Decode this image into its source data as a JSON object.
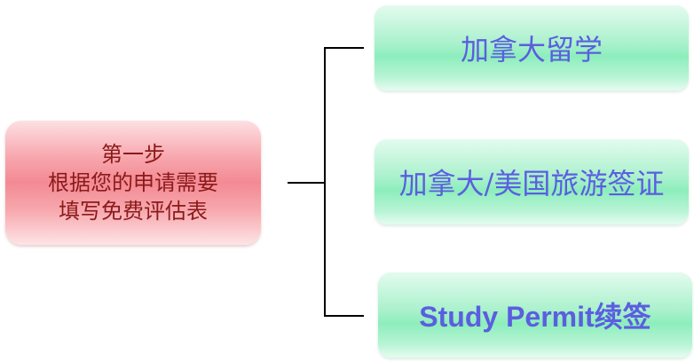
{
  "root": {
    "lines": [
      "第一步",
      "根据您的申请需要",
      "填写免费评估表"
    ]
  },
  "children": [
    {
      "label": "加拿大留学"
    },
    {
      "label": "加拿大/美国旅游签证"
    },
    {
      "label": "Study Permit续签"
    }
  ],
  "colors": {
    "root_text": "#8b1a1a",
    "child_text": "#5b5ee0",
    "connector": "#000000"
  }
}
